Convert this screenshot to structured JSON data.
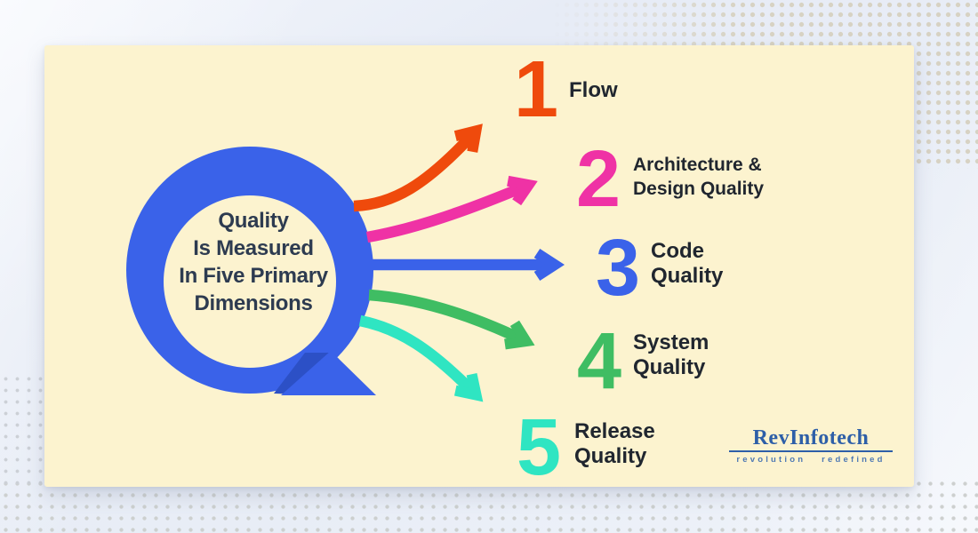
{
  "colors": {
    "blue": "#3A62E9",
    "blue_dark": "#2C50C6",
    "cream": "#FCF3CF",
    "orange": "#EF4A0C",
    "pink": "#EF32A5",
    "green": "#3FBD63",
    "teal": "#2FE5C2",
    "heading": "#2D3B50",
    "label": "#20262F",
    "logo_blue": "#2E5FA8",
    "tagline_blue": "#4F79B4"
  },
  "center_text": {
    "lines": [
      "Quality",
      "Is Measured",
      "In Five Primary",
      "Dimensions"
    ]
  },
  "items": [
    {
      "number": "1",
      "lines": [
        "Flow",
        null
      ]
    },
    {
      "number": "2",
      "lines": [
        "Architecture &",
        "Design Quality"
      ]
    },
    {
      "number": "3",
      "lines": [
        "Code",
        "Quality"
      ]
    },
    {
      "number": "4",
      "lines": [
        "System",
        "Quality"
      ]
    },
    {
      "number": "5",
      "lines": [
        "Release",
        "Quality"
      ]
    }
  ],
  "logo": {
    "name": "RevInfotech",
    "tagline": "revolution redefined"
  }
}
